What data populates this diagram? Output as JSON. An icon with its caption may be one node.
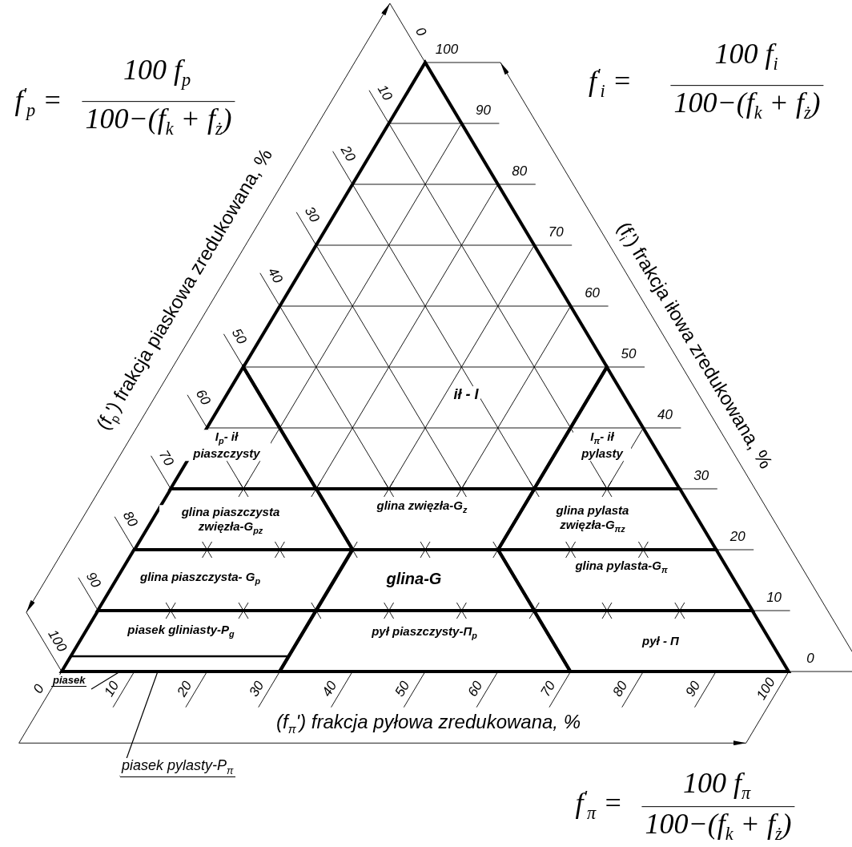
{
  "diagram": {
    "nodes": [
      {
        "text": [
          "I$_{p}$- ił piaszczysty"
        ]
      },
      {
        "text": [
          "ił - I"
        ]
      },
      {
        "text": [
          "I$_{π}$- ił pylasty"
        ]
      },
      {
        "text": [
          "glina piaszczysta zwięzła-G$_{pz}$"
        ]
      },
      {
        "text": [
          "glina zwięzła-G$_{z}$"
        ]
      },
      {
        "text": [
          "glina pylasta zwięzła-G$_{πz}$"
        ]
      },
      {
        "text": [
          "glina piaszczysta- G$_{p}$"
        ]
      },
      {
        "text": [
          "glina-G"
        ]
      },
      {
        "text": [
          "glina pylasta-G$_{π}$"
        ]
      },
      {
        "text": [
          "piasek gliniasty-P$_{g}$"
        ]
      },
      {
        "text": [
          "pył piaszczysty-Π$_{p}$"
        ]
      },
      {
        "text": [
          "pył - Π"
        ]
      },
      {
        "text": [],
        "shape": "bar",
        "in": 9
      },
      {
        "text": [
          "piasek"
        ]
      },
      {
        "text": [
          "piasek pylasty-P$_{π}$"
        ]
      }
    ],
    "edges": [
      {
        "from": 13,
        "to": 12,
        "arrow": "none"
      },
      {
        "from": 14,
        "to": 12,
        "arrow": "none"
      }
    ],
    "labels": [
      "f$^{'}$$_{p}$ =",
      "100 f$_{p}$",
      "100−(f$_{k}$ + f$_{ż}$)",
      "f$^{'}$$_{i}$ =",
      "100 f$_{i}$",
      "100−(f$_{k}$ + f$_{ż}$)",
      "(f$_{p}$') frakcja piaskowa zredukowana, %",
      "(f$_{i}$') frakcja iłowa zredukowana, %",
      "(f$_{π}$') frakcja pyłowa zredukowana, %",
      "0",
      "10",
      "20",
      "30",
      "40",
      "50",
      "60",
      "70",
      "80",
      "90",
      "100",
      "100",
      "90",
      "80",
      "70",
      "60",
      "50",
      "40",
      "30",
      "20",
      "10",
      "0",
      "0",
      "10",
      "20",
      "30",
      "40",
      "50",
      "60",
      "70",
      "80",
      "90",
      "100",
      "f$^{'}$$_{π}$ =",
      "100 f$_{π}$",
      "100−(f$_{k}$ + f$_{ż}$)"
    ]
  }
}
